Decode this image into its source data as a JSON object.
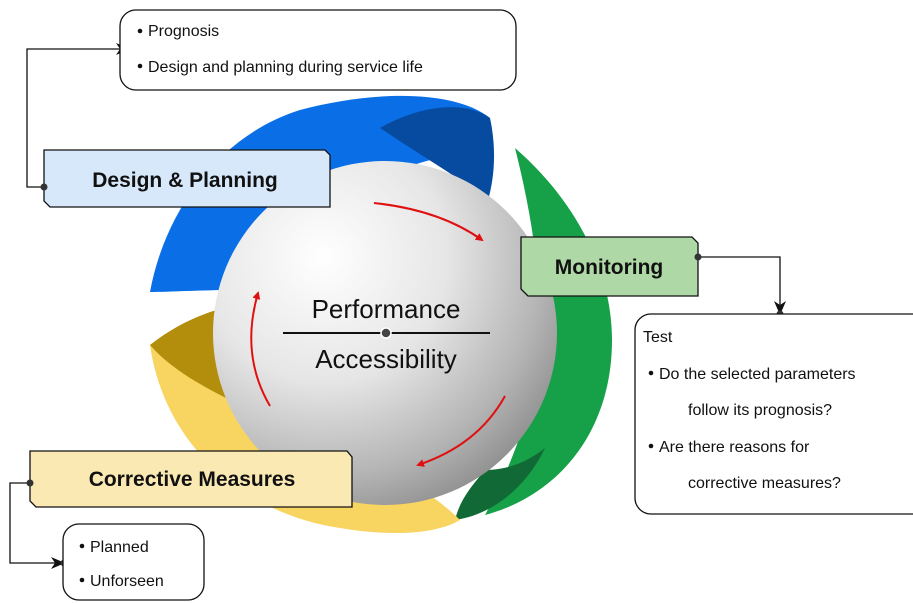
{
  "center": {
    "top_label": "Performance",
    "bottom_label": "Accessibility"
  },
  "stages": {
    "design": {
      "title": "Design & Planning",
      "bullets": [
        "Prognosis",
        "Design and planning during service life"
      ]
    },
    "monitoring": {
      "title": "Monitoring",
      "heading": "Test",
      "bullets": [
        [
          "Do the selected parameters",
          "follow its prognosis?"
        ],
        [
          "Are there reasons for",
          "corrective measures?"
        ]
      ]
    },
    "corrective": {
      "title": "Corrective Measures",
      "bullets": [
        "Planned",
        "Unforseen"
      ]
    }
  },
  "colors": {
    "blue": "#0a6fe6",
    "blue_dark": "#064ba0",
    "green": "#16a048",
    "green_dark": "#116a35",
    "yellow": "#f8d460",
    "yellow_dark": "#b38e0c",
    "arrow_red": "#e01010"
  }
}
